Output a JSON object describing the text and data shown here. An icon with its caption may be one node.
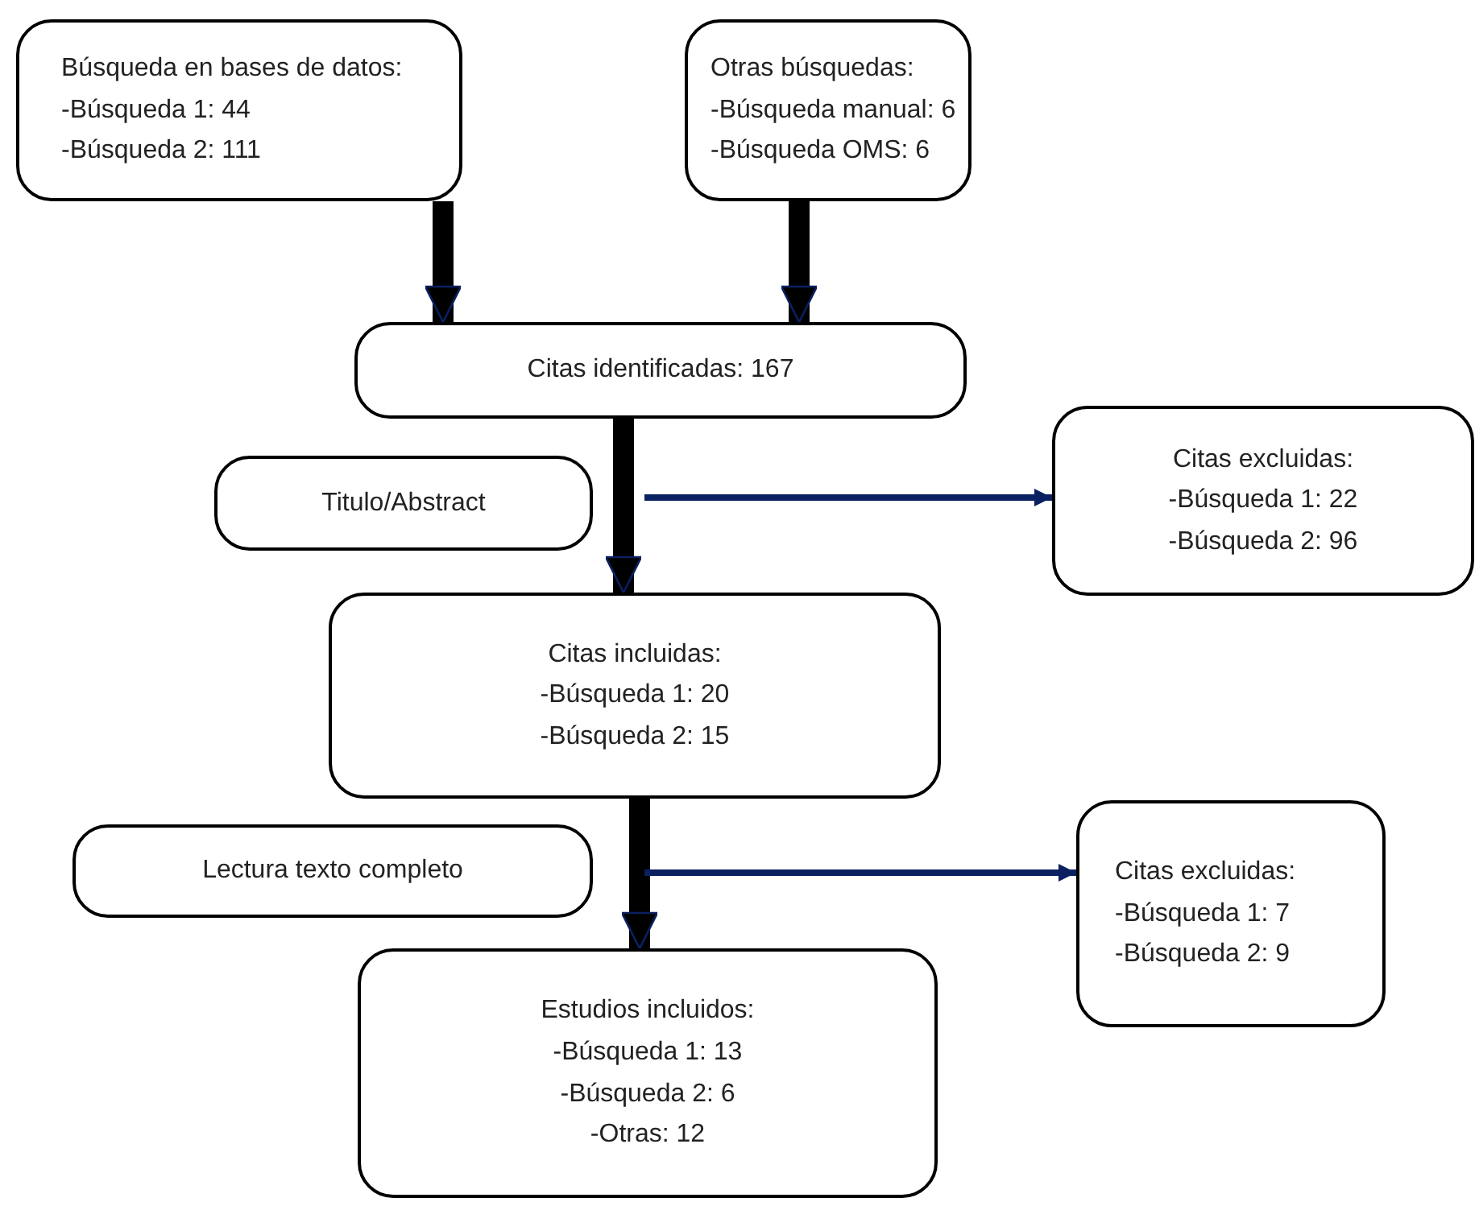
{
  "diagram": {
    "nodes": [
      {
        "text": [
          "Búsqueda en bases de datos:",
          "-Búsqueda 1: 44",
          "-Búsqueda 2: 111"
        ]
      },
      {
        "text": [
          "Otras búsquedas:",
          "-Búsqueda manual: 6",
          "-Búsqueda OMS: 6"
        ]
      },
      {
        "text": [
          "Citas identificadas: 167"
        ]
      },
      {
        "text": [
          "Titulo/Abstract"
        ]
      },
      {
        "text": [
          "Citas excluidas:",
          "-Búsqueda 1: 22",
          "-Búsqueda 2: 96"
        ]
      },
      {
        "text": [
          "Citas incluidas:",
          "-Búsqueda 1: 20",
          "-Búsqueda 2: 15"
        ]
      },
      {
        "text": [
          "Lectura texto completo"
        ]
      },
      {
        "text": [
          "Citas excluidas:",
          "-Búsqueda 1: 7",
          "-Búsqueda 2: 9"
        ]
      },
      {
        "text": [
          "Estudios incluidos:",
          "-Búsqueda 1: 13",
          "-Búsqueda 2: 6",
          "-Otras: 12"
        ]
      }
    ],
    "edges": [
      {
        "from": 0,
        "to": 2,
        "arrow": "to"
      },
      {
        "from": 1,
        "to": 2,
        "arrow": "to"
      },
      {
        "from": 2,
        "to": 5,
        "arrow": "to"
      },
      {
        "from": null,
        "to": 4,
        "arrow": "to",
        "color": "#0b2060"
      },
      {
        "from": 5,
        "to": 8,
        "arrow": "to"
      },
      {
        "from": null,
        "to": 7,
        "arrow": "to",
        "color": "#0b2060"
      }
    ]
  }
}
